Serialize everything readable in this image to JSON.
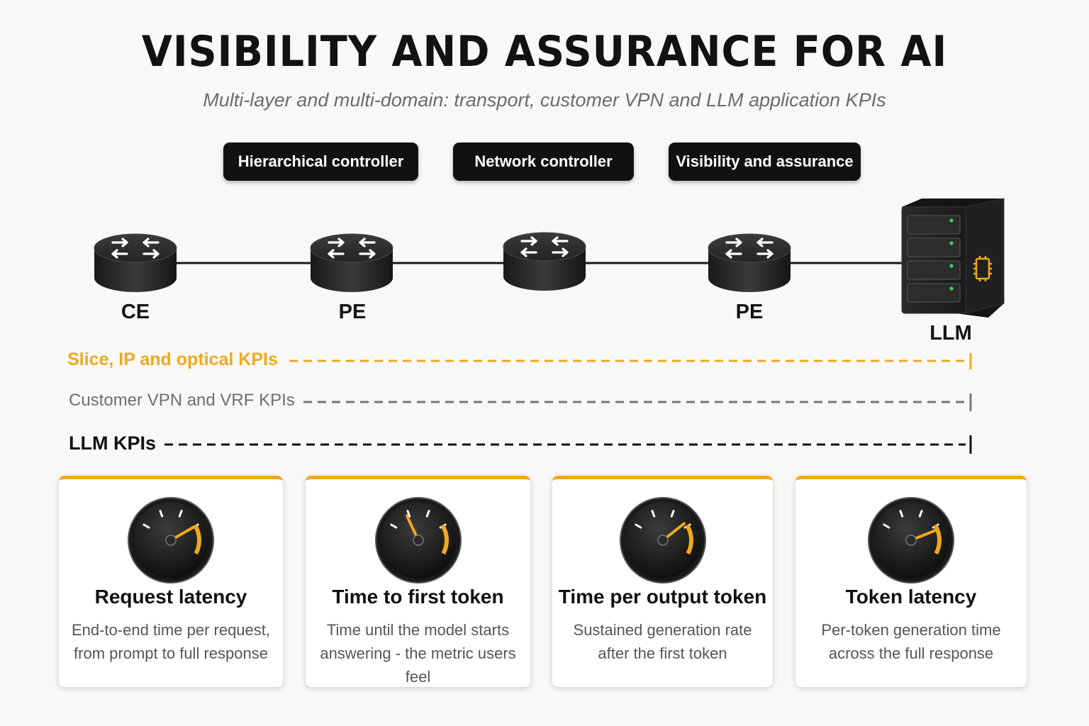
{
  "title": "VISIBILITY AND ASSURANCE FOR AI",
  "subtitle": "Multi-layer and multi-domain: transport, customer VPN and LLM application KPIs",
  "controllers": [
    "Hierarchical controller",
    "Network controller",
    "Visibility and assurance"
  ],
  "nodes": [
    {
      "label": "CE",
      "icon": "router-icon"
    },
    {
      "label": "PE",
      "icon": "router-icon"
    },
    {
      "label": "",
      "icon": "router-icon"
    },
    {
      "label": "PE",
      "icon": "router-icon"
    },
    {
      "label": "LLM",
      "icon": "server-icon"
    }
  ],
  "kpi_layers": [
    {
      "label": "Slice, IP and optical KPIs",
      "color": "#f0a91d"
    },
    {
      "label": "Customer VPN and VRF KPIs",
      "color": "#777777"
    },
    {
      "label": "LLM KPIs",
      "color": "#111111"
    }
  ],
  "metrics": [
    {
      "title": "Request latency",
      "desc1": "End-to-end time per request,",
      "desc2": "from prompt to full response",
      "icon": "gauge-icon"
    },
    {
      "title": "Time to first token",
      "desc1": "Time until the model starts",
      "desc2": "answering - the metric users feel",
      "icon": "gauge-icon"
    },
    {
      "title": "Time per output token",
      "desc1": "Sustained generation rate",
      "desc2": "after the first token",
      "icon": "gauge-icon"
    },
    {
      "title": "Token latency",
      "desc1": "Per-token generation time",
      "desc2": "across the full response",
      "icon": "gauge-icon"
    }
  ],
  "colors": {
    "accent": "#f0a91d",
    "dark": "#111111",
    "muted": "#777777"
  }
}
